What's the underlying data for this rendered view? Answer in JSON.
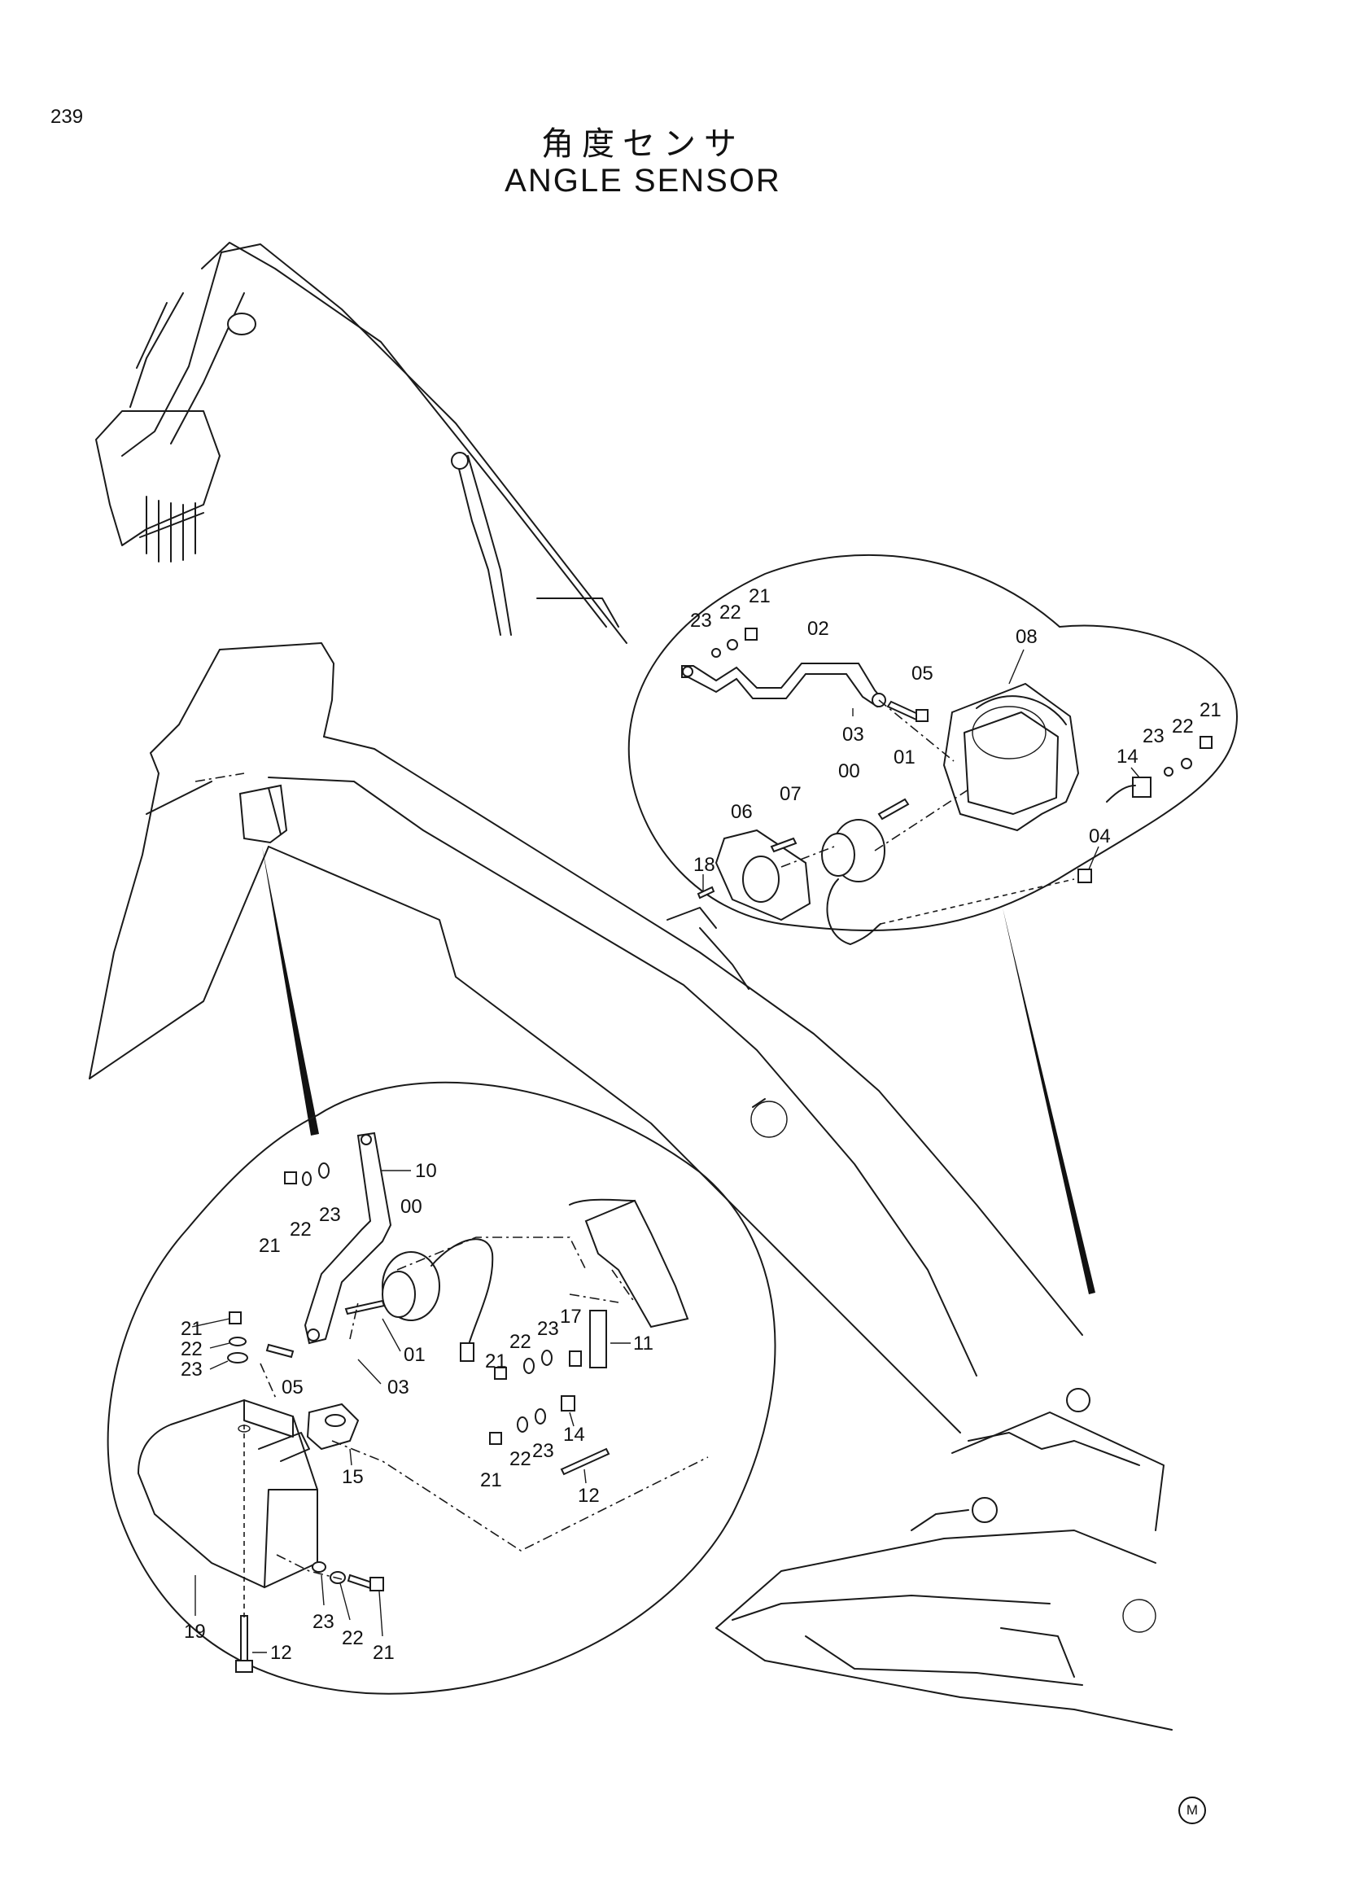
{
  "page_number": "239",
  "title_jp": "角度センサ",
  "title_en": "ANGLE SENSOR",
  "marker": "M",
  "callouts_upper_detail": [
    "23",
    "22",
    "21",
    "02",
    "05",
    "08",
    "03",
    "01",
    "00",
    "07",
    "06",
    "14",
    "23",
    "22",
    "21",
    "04",
    "18"
  ],
  "callouts_lower_detail": [
    "10",
    "00",
    "21",
    "22",
    "23",
    "21",
    "22",
    "23",
    "01",
    "05",
    "03",
    "17",
    "22",
    "23",
    "11",
    "21",
    "14",
    "15",
    "23",
    "22",
    "21",
    "12",
    "19",
    "12",
    "23",
    "22",
    "21"
  ]
}
